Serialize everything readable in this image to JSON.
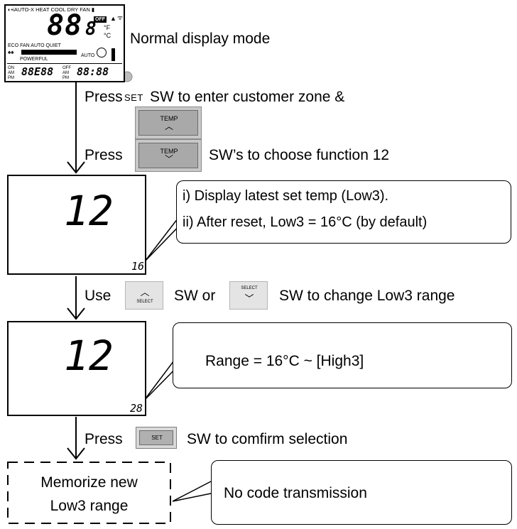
{
  "step1": {
    "caption": "Normal display mode",
    "lcd": {
      "modes": "iAUTO-X HEAT COOL DRY FAN",
      "off": "OFF",
      "digits": "88",
      "decimal": "8",
      "unit_f": "°F",
      "unit_c": "°C",
      "fan_row": "ECO FAN AUTO QUIET",
      "auto": "AUTO",
      "powerful": "POWERFUL",
      "on": "ON",
      "off_timer": "OFF",
      "am": "AM",
      "pm": "PM",
      "timer1": "88E88",
      "timer2": "88:88"
    }
  },
  "step2": {
    "line1_press": "Press",
    "line1_set": "SET",
    "line1_rest": "SW to enter customer zone &",
    "line2_press": "Press",
    "line2_rest": "SW’s to choose function 12",
    "temp_label": "TEMP"
  },
  "step3": {
    "main": "12",
    "sub": "16",
    "note_line1": "i)  Display latest set temp (Low3).",
    "note_line2": "ii) After reset, Low3 = 16°C (by default)"
  },
  "step4": {
    "use": "Use",
    "select_label": "SELECT",
    "sw_or": "SW or",
    "rest": "SW to change Low3 range"
  },
  "step5": {
    "main": "12",
    "sub": "28",
    "note": "Range = 16°C ~ [High3]"
  },
  "step6": {
    "press": "Press",
    "set": "SET",
    "rest": "SW to comfirm selection"
  },
  "step7": {
    "line1": "Memorize new",
    "line2": "Low3 range",
    "note": "No code transmission"
  }
}
